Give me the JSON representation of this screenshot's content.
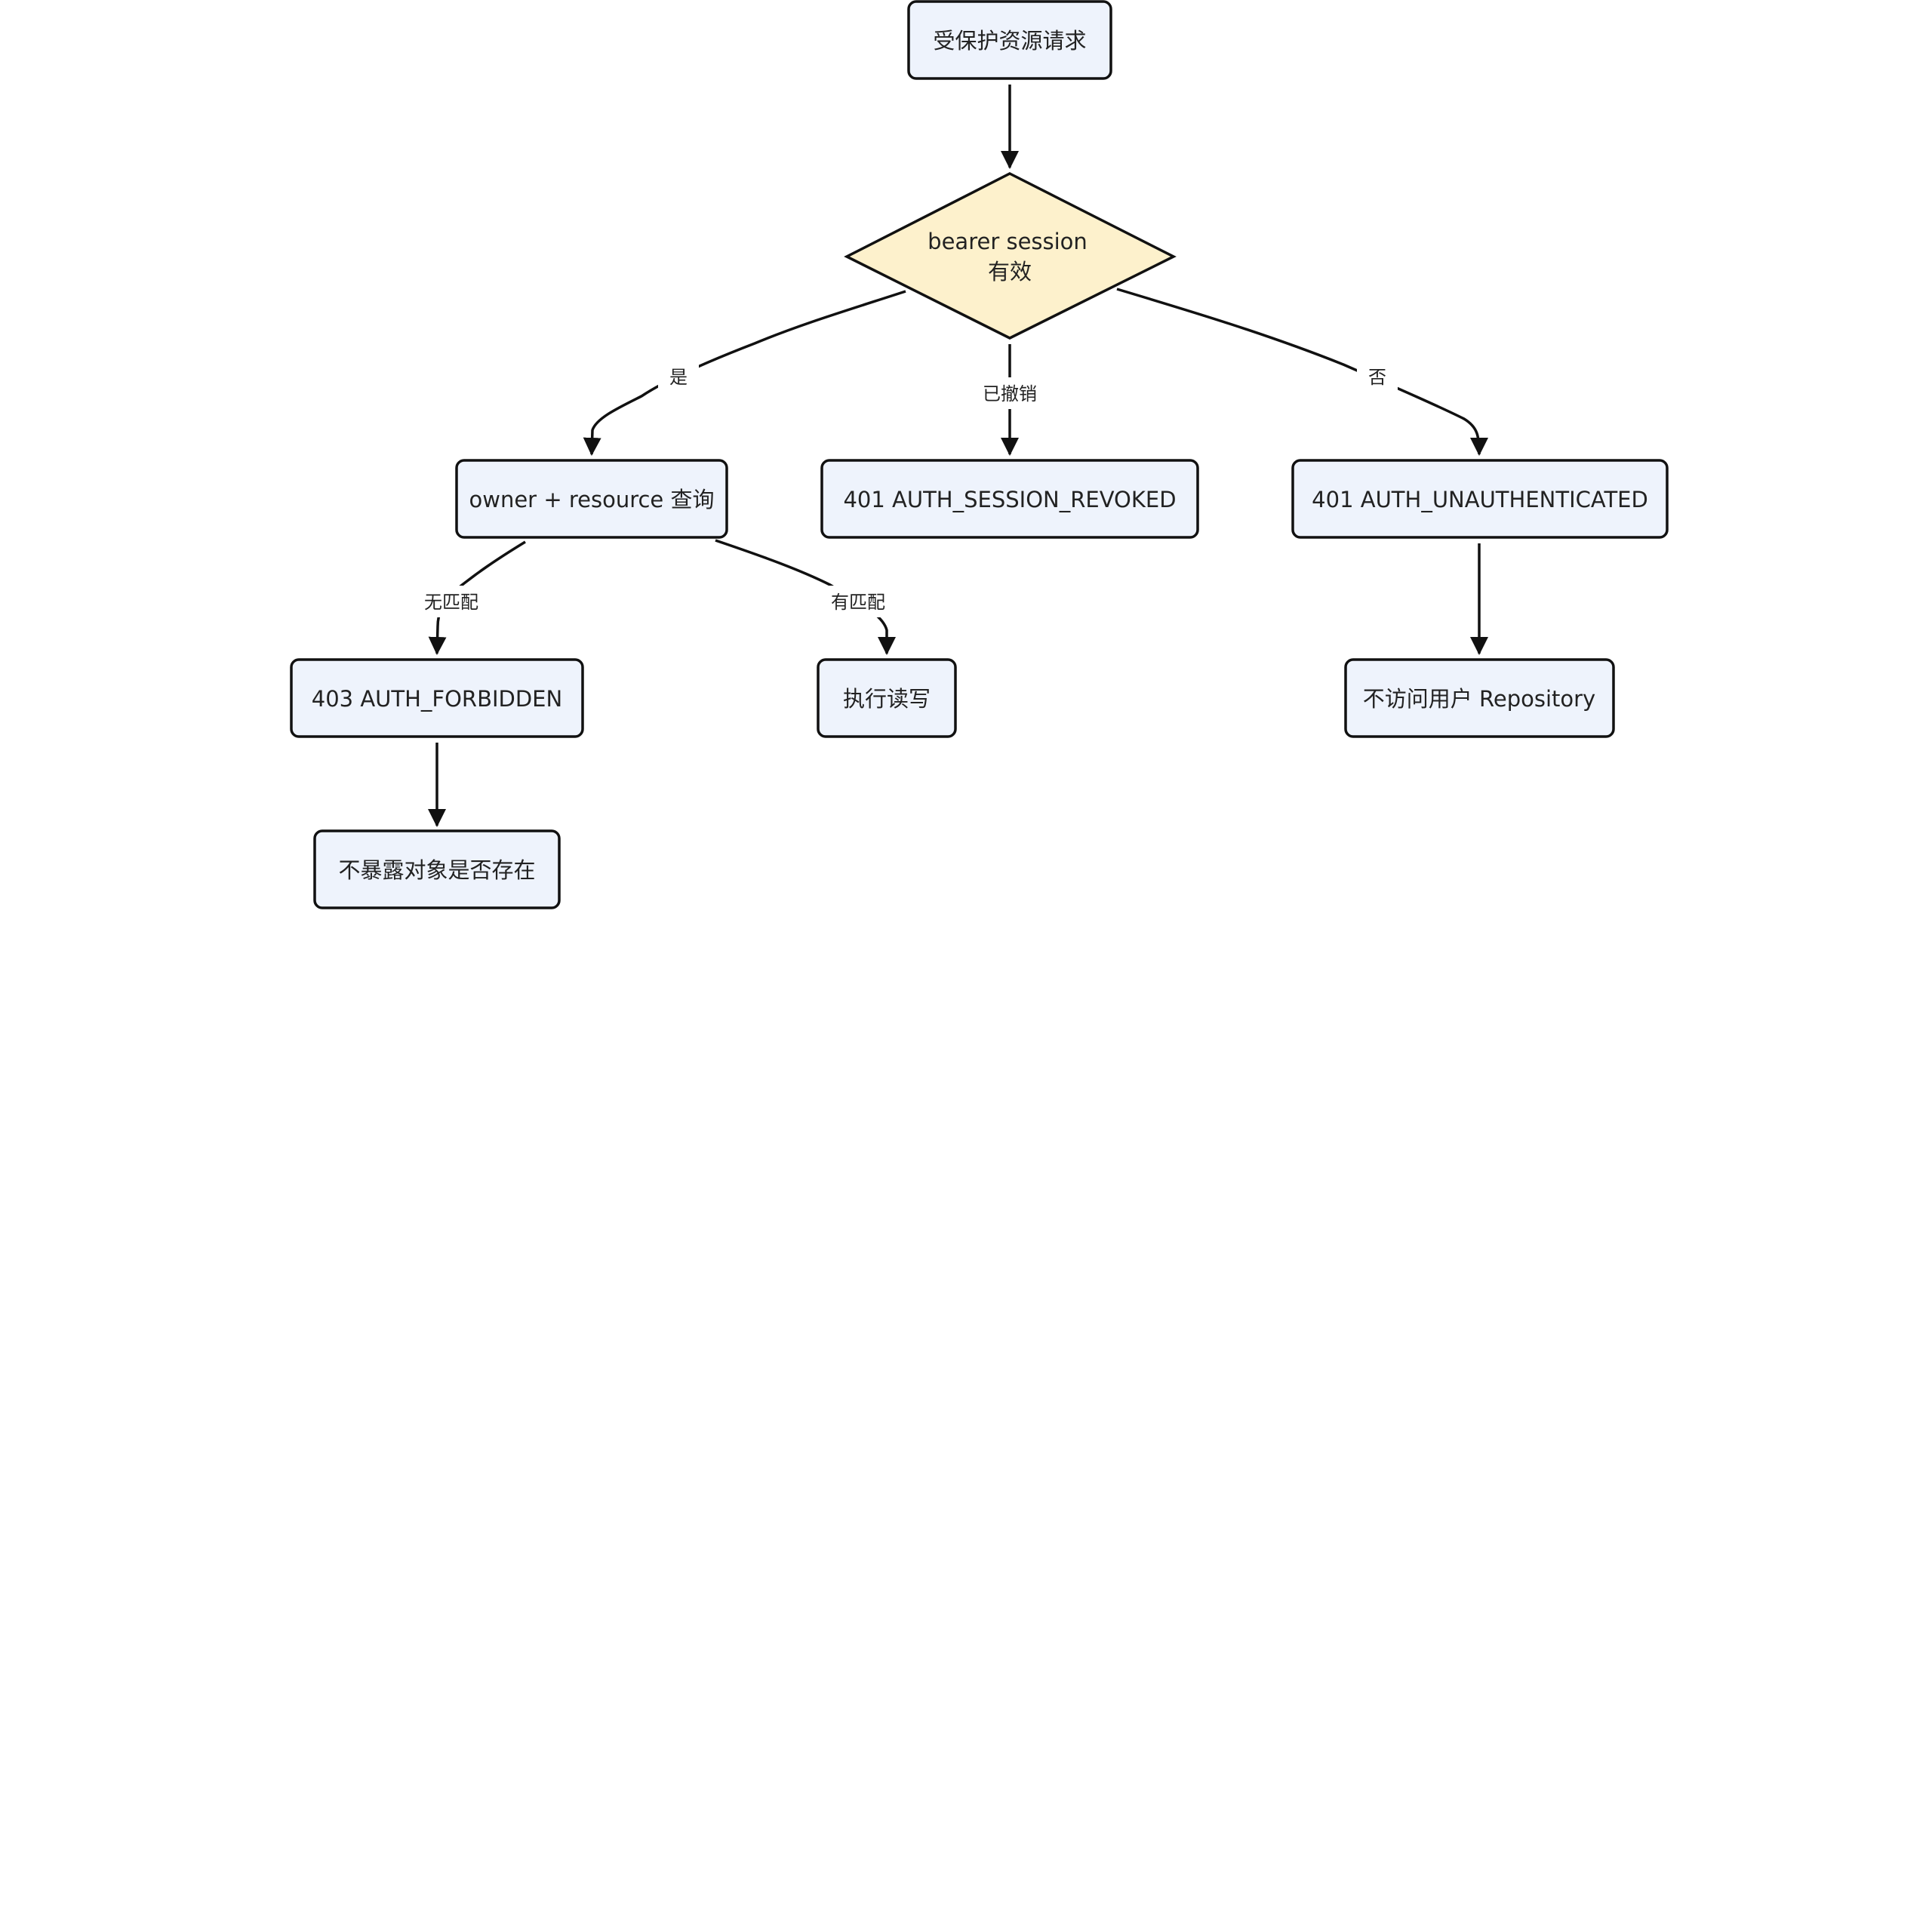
{
  "nodes": {
    "request": "受保护资源请求",
    "session_check_line1": "bearer session",
    "session_check_line2": "有效",
    "owner_query": "owner + resource 查询",
    "session_revoked": "401 AUTH_SESSION_REVOKED",
    "unauthenticated": "401 AUTH_UNAUTHENTICATED",
    "forbidden": "403 AUTH_FORBIDDEN",
    "execute_rw": "执行读写",
    "no_repo_access": "不访问用户 Repository",
    "no_existence_leak": "不暴露对象是否存在"
  },
  "edges": {
    "yes": "是",
    "revoked": "已撤销",
    "no": "否",
    "no_match": "无匹配",
    "match": "有匹配"
  },
  "colors": {
    "box_fill": "#eef3fc",
    "decision_fill": "#fdf1cc",
    "stroke": "#111111"
  }
}
